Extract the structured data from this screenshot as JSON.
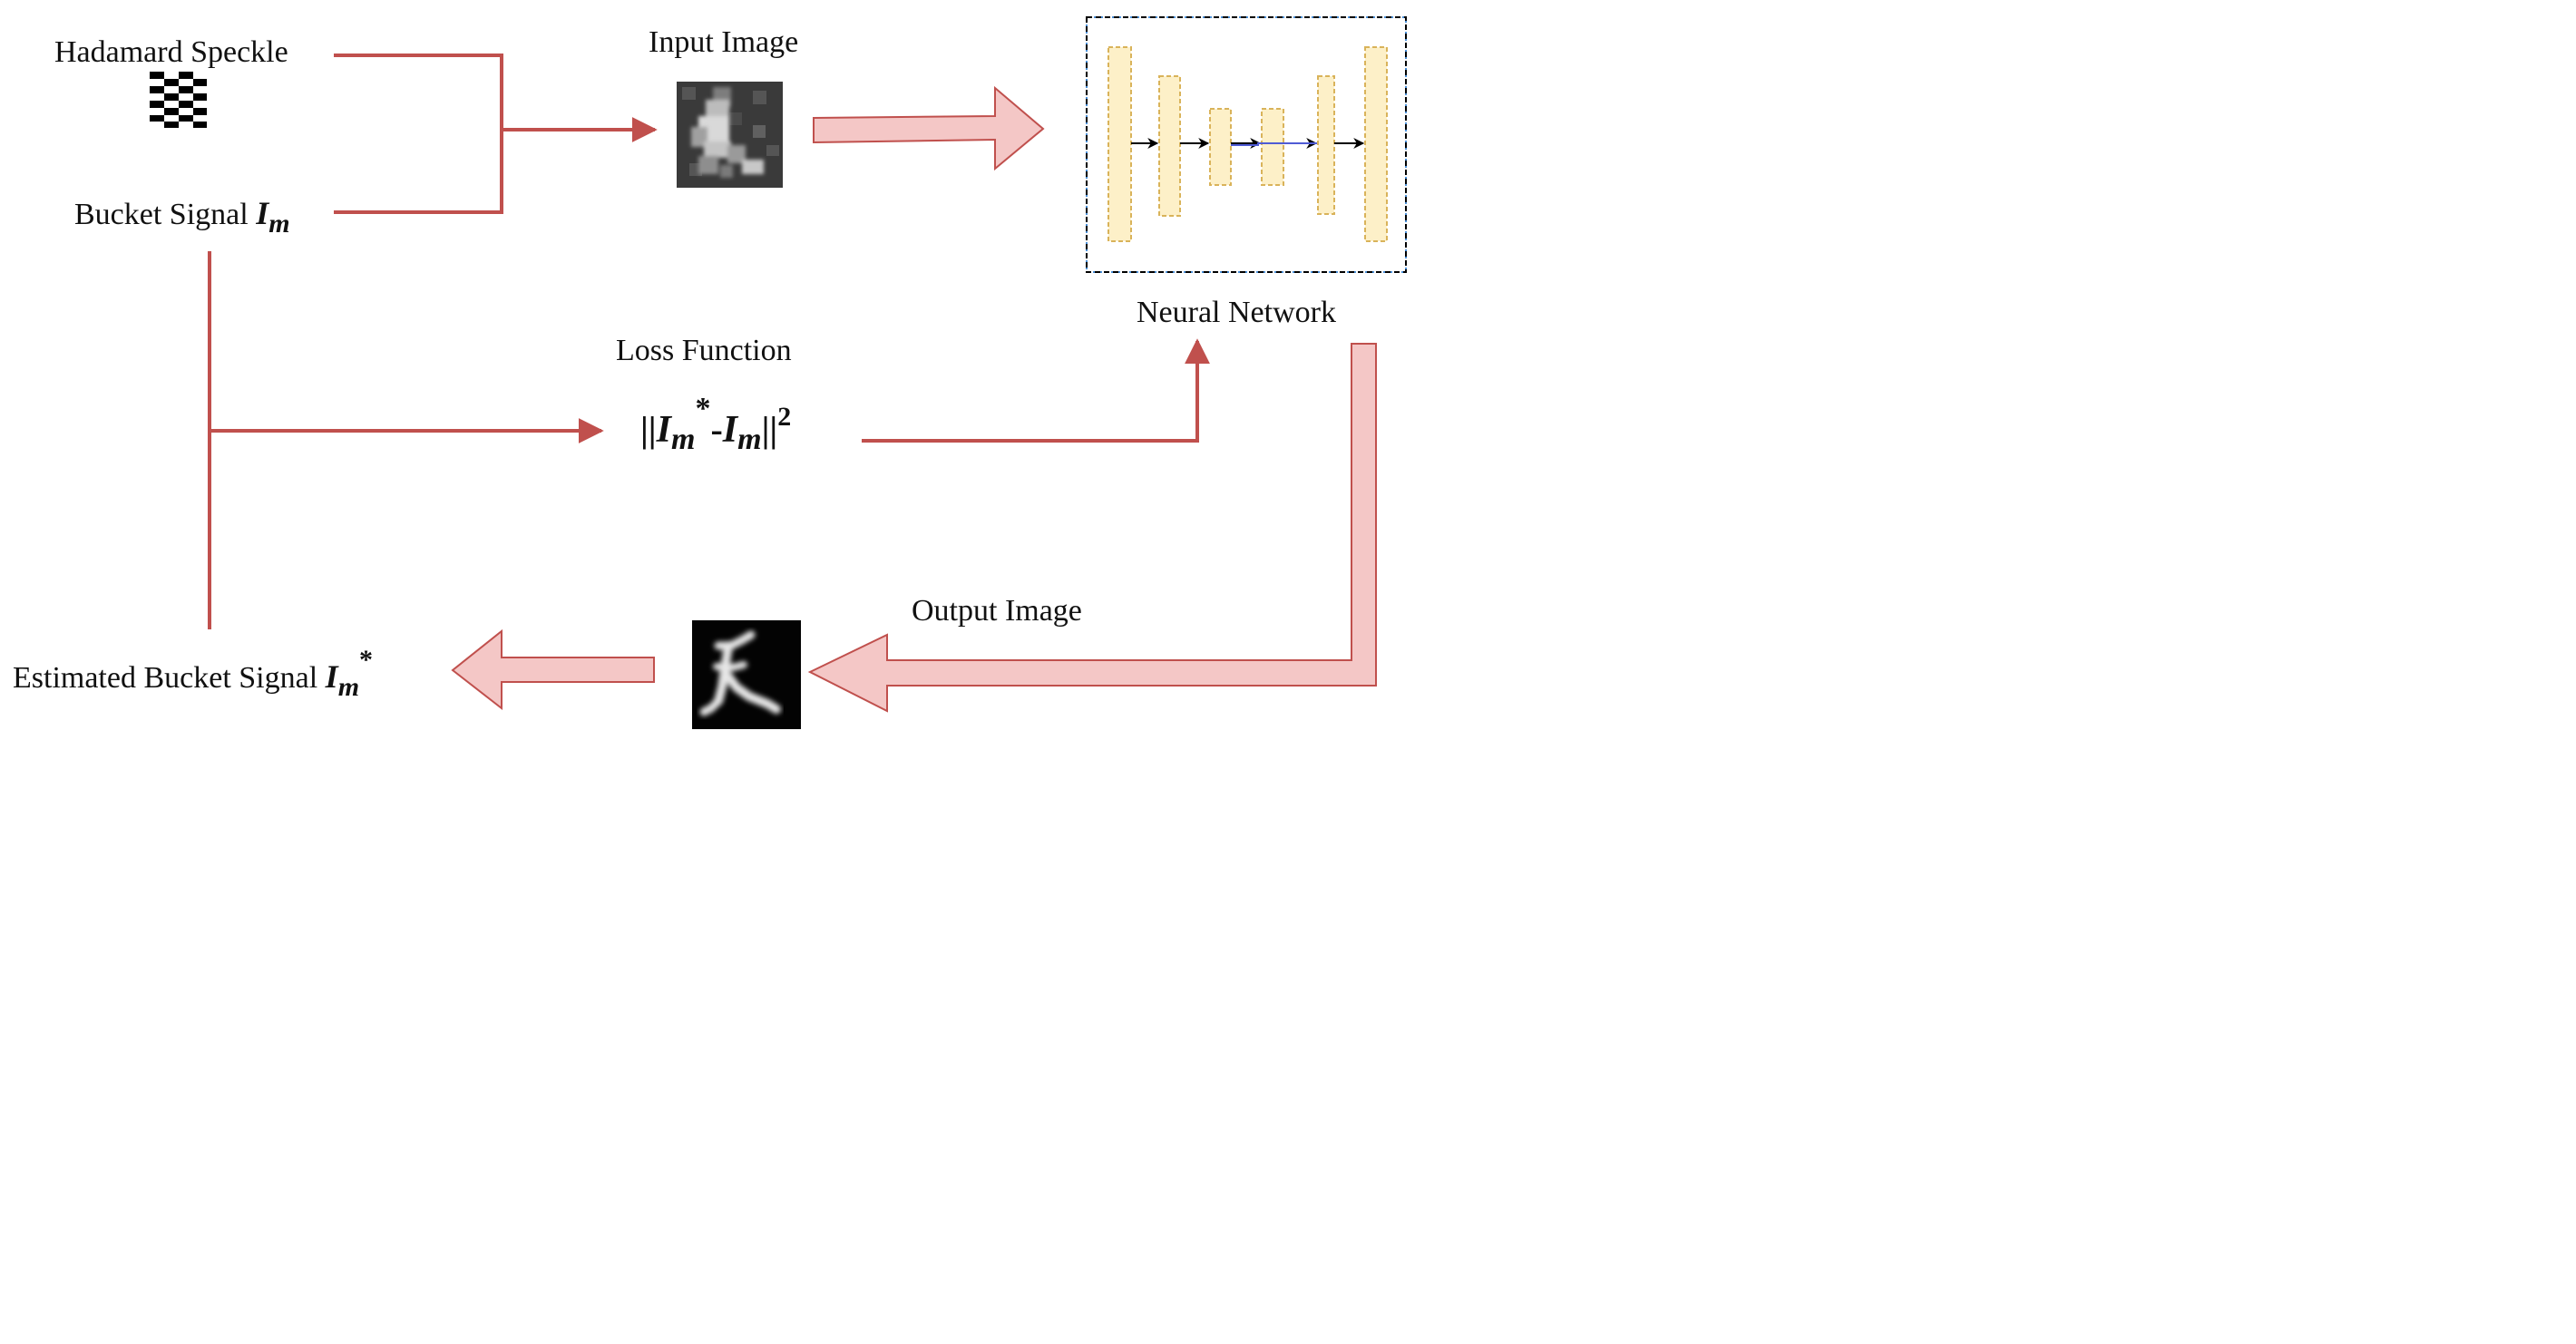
{
  "labels": {
    "hadamard": "Hadamard Speckle",
    "bucket": "Bucket Signal ",
    "input_image": "Input Image",
    "neural_network": "Neural Network",
    "loss_function": "Loss Function",
    "output_image": "Output Image",
    "estimated": "Estimated Bucket Signal "
  },
  "math": {
    "I": "I",
    "m": "m",
    "star": "*",
    "bars": "||",
    "minus": "-",
    "sq": "2"
  },
  "colors": {
    "line": "#c0504d",
    "big_arrow_fill": "#f4c7c6",
    "big_arrow_stroke": "#c0504d",
    "layer_fill": "#fdf0c8",
    "layer_stroke": "#d9b35a",
    "skip_line": "#4f5bd5"
  }
}
